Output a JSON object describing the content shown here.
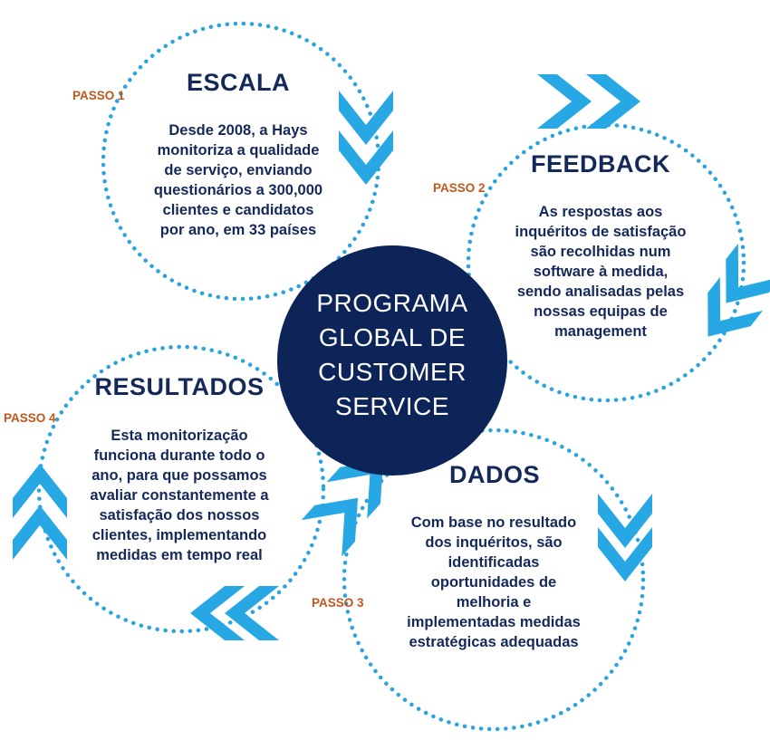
{
  "colors": {
    "navy": "#14285a",
    "hub": "#0d2458",
    "accent": "#27a8e4",
    "dots": "#2aa4e0",
    "step_label": "#c0571c"
  },
  "hub": {
    "lines": [
      "PROGRAMA",
      "GLOBAL DE",
      "CUSTOMER",
      "SERVICE"
    ]
  },
  "steps": [
    {
      "label": "PASSO 1",
      "title": "ESCALA",
      "body": [
        "Desde 2008, a Hays",
        "monitoriza a qualidade",
        "de serviço, enviando",
        "questionários a 300,000",
        "clientes e candidatos",
        "por ano, em 33 países"
      ]
    },
    {
      "label": "PASSO 2",
      "title": "FEEDBACK",
      "body": [
        "As respostas aos",
        "inquéritos de satisfação",
        "são recolhidas num",
        "software à medida,",
        "sendo analisadas pelas",
        "nossas equipas de",
        "management"
      ]
    },
    {
      "label": "PASSO 3",
      "title": "DADOS",
      "body": [
        "Com base no resultado",
        "dos inquéritos, são",
        "identificadas",
        "oportunidades de",
        "melhoria e",
        "implementadas medidas",
        "estratégicas adequadas"
      ]
    },
    {
      "label": "PASSO 4",
      "title": "RESULTADOS",
      "body": [
        "Esta monitorização",
        "funciona durante todo o",
        "ano, para que possamos",
        "avaliar constantemente a",
        "satisfação dos nossos",
        "clientes, implementando",
        "medidas em tempo real"
      ]
    }
  ]
}
